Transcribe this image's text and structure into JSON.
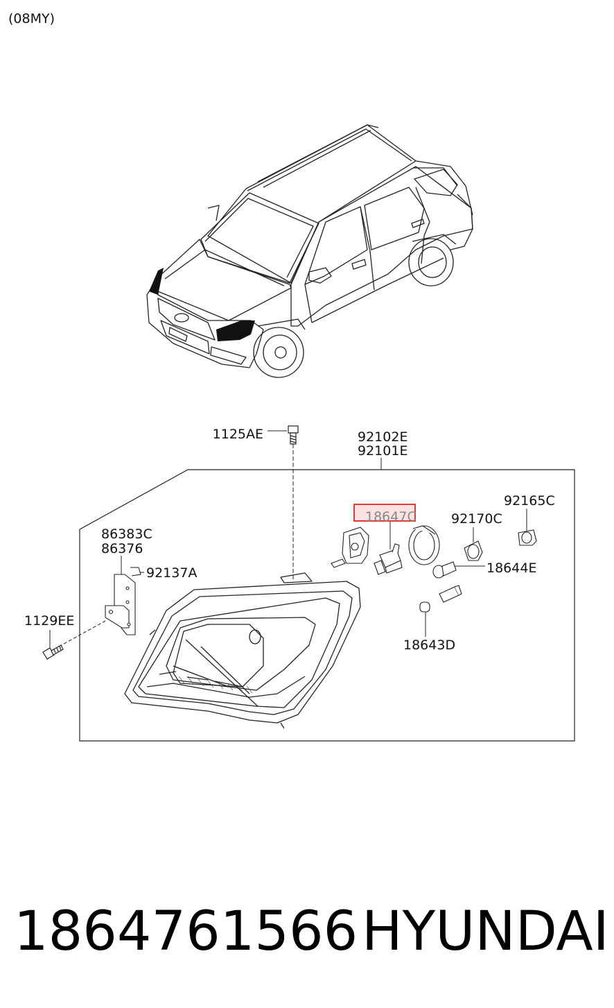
{
  "header": {
    "model_year": "(08MY)"
  },
  "diagram": {
    "parts": {
      "bolt_top": "1125AE",
      "assembly_right": "92102E",
      "assembly_left": "92101E",
      "bulb_socket_cap": "92165C",
      "socket_cover": "92170C",
      "bulb_highlighted": "18647C",
      "bracket_a": "86383C",
      "bracket_b": "86376",
      "clip": "92137A",
      "side_bulb": "18644E",
      "bolt_side": "1129EE",
      "small_bulb": "18643D"
    },
    "highlight_color": "#e53935",
    "highlight_fill": "#fbe3e3"
  },
  "caption": {
    "part_number": "1864761566",
    "brand": "HYUNDAI"
  }
}
